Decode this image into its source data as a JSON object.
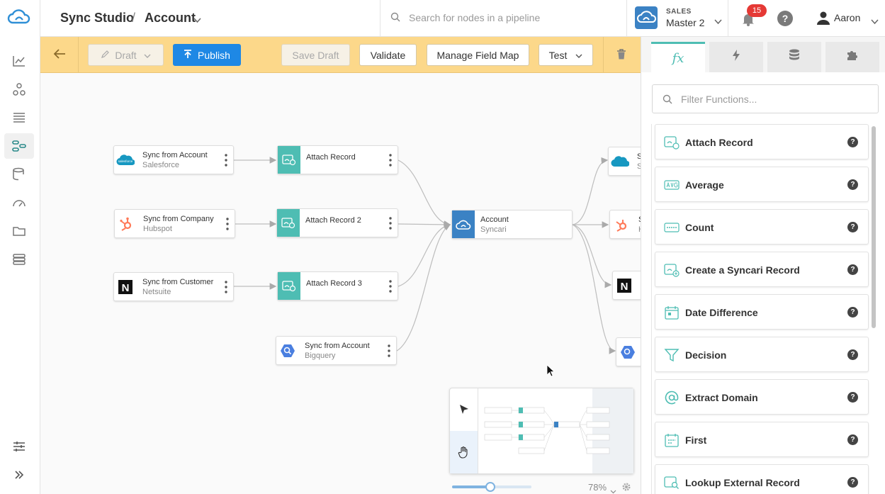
{
  "header": {
    "app_title": "Sync Studio",
    "separator": "/",
    "page_title": "Account",
    "search_placeholder": "Search for nodes in a pipeline",
    "env_label": "SALES",
    "env_name": "Master 2",
    "notification_count": "15",
    "user_name": "Aaron"
  },
  "toolbar": {
    "draft_label": "Draft",
    "publish_label": "Publish",
    "save_draft_label": "Save Draft",
    "validate_label": "Validate",
    "manage_field_map_label": "Manage Field Map",
    "test_label": "Test"
  },
  "nodes": {
    "sync_account_sf": {
      "title": "Sync from  Account",
      "subtitle": "Salesforce"
    },
    "sync_company_hs": {
      "title": "Sync from Company",
      "subtitle": "Hubspot"
    },
    "sync_customer_ns": {
      "title": "Sync from  Customer",
      "subtitle": "Netsuite"
    },
    "sync_account_bq": {
      "title": "Sync from Account",
      "subtitle": "Bigquery"
    },
    "attach_1": {
      "title": "Attach Record"
    },
    "attach_2": {
      "title": "Attach Record 2"
    },
    "attach_3": {
      "title": "Attach Record 3"
    },
    "account_syncari": {
      "title": "Account",
      "subtitle": "Syncari"
    },
    "out_sf": {
      "title": "S",
      "subtitle": "S"
    },
    "out_hs": {
      "title": "S",
      "subtitle": "H"
    }
  },
  "zoom": {
    "level_label": "78%",
    "level": 0.78
  },
  "functions_panel": {
    "filter_placeholder": "Filter Functions...",
    "tabs": [
      "fx"
    ],
    "items": [
      {
        "label": "Attach Record",
        "icon": "attach-record-icon"
      },
      {
        "label": "Average",
        "icon": "avg-icon"
      },
      {
        "label": "Count",
        "icon": "count-icon"
      },
      {
        "label": "Create a Syncari Record",
        "icon": "create-record-icon"
      },
      {
        "label": "Date Difference",
        "icon": "calendar-icon"
      },
      {
        "label": "Decision",
        "icon": "funnel-icon"
      },
      {
        "label": "Extract Domain",
        "icon": "at-icon"
      },
      {
        "label": "First",
        "icon": "first-icon"
      },
      {
        "label": "Lookup External Record",
        "icon": "lookup-icon"
      }
    ],
    "help_glyph": "?"
  },
  "colors": {
    "accent_teal": "#4ebdb3",
    "toolbar_yellow": "#fcd88a",
    "primary_blue": "#1e88e5",
    "badge_red": "#e53935"
  }
}
